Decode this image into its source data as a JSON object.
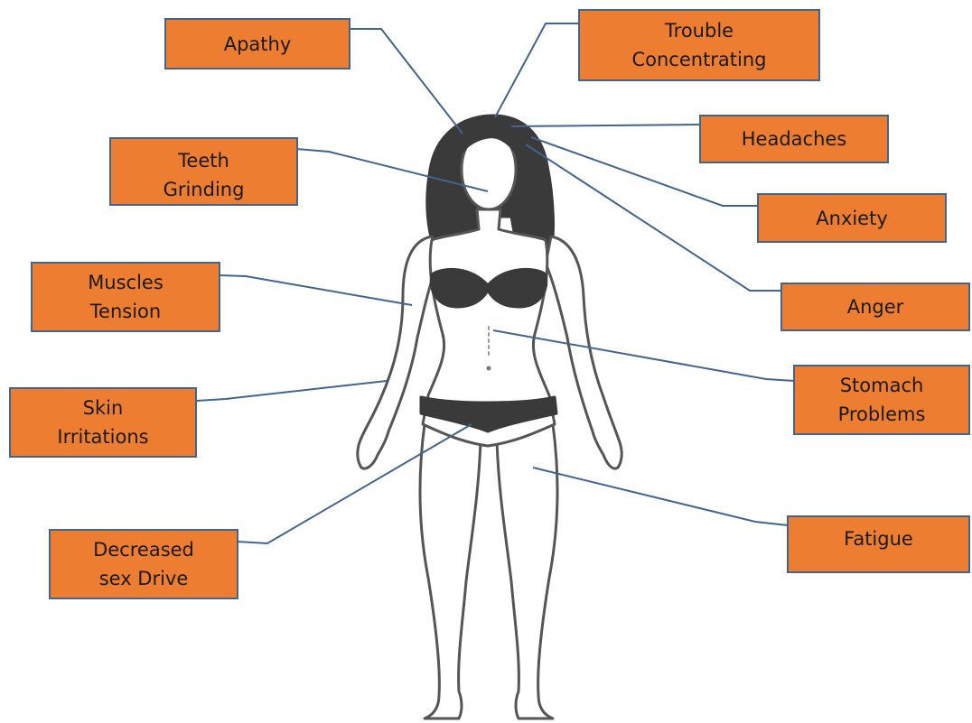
{
  "theme": {
    "label_fill": "#ed7d31",
    "label_border": "#41658c",
    "leader_color": "#41658c",
    "figure_outline": "#555555",
    "hair_and_underwear": "#3a3a3a",
    "background": "#ffffff"
  },
  "figure": {
    "subject": "female-body-outline"
  },
  "labels": [
    {
      "id": "apathy",
      "lines": [
        "Apathy"
      ]
    },
    {
      "id": "trouble-concentrating",
      "lines": [
        "Trouble",
        "Concentrating"
      ]
    },
    {
      "id": "headaches",
      "lines": [
        "Headaches"
      ]
    },
    {
      "id": "teeth-grinding",
      "lines": [
        "Teeth",
        "Grinding"
      ]
    },
    {
      "id": "anxiety",
      "lines": [
        "Anxiety"
      ]
    },
    {
      "id": "muscles-tension",
      "lines": [
        "Muscles",
        "Tension"
      ]
    },
    {
      "id": "anger",
      "lines": [
        "Anger"
      ]
    },
    {
      "id": "stomach-problems",
      "lines": [
        "Stomach",
        "Problems"
      ]
    },
    {
      "id": "skin-irritations",
      "lines": [
        "Skin",
        "Irritations"
      ]
    },
    {
      "id": "fatigue",
      "lines": [
        "Fatigue"
      ]
    },
    {
      "id": "decreased-sex-drive",
      "lines": [
        "Decreased",
        "sex Drive"
      ]
    }
  ]
}
